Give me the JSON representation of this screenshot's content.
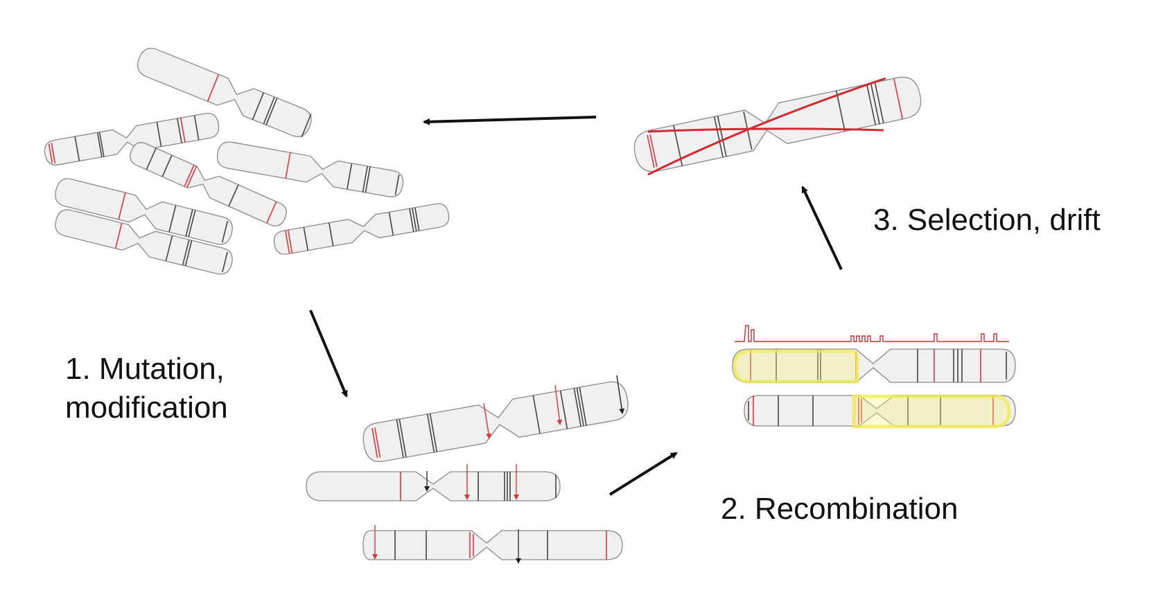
{
  "labels": {
    "mutation_line1": "1. Mutation,",
    "mutation_line2": "modification",
    "recombination": "2. Recombination",
    "selection": "3. Selection, drift"
  },
  "colors": {
    "chromosome_fill": "#f0f0f0",
    "chromosome_outline": "#8a8a8a",
    "band_dark": "#444444",
    "band_red": "#d9363e",
    "selection_line": "#d02a2f",
    "recombination_highlight": "#f4f27a",
    "arrow": "#111111"
  },
  "stages": [
    {
      "name": "population",
      "chromosome_count": 7
    },
    {
      "name": "mutation",
      "chromosome_count": 3
    },
    {
      "name": "recombination",
      "chromosome_count": 2
    },
    {
      "name": "selection",
      "chromosome_count": 1
    }
  ]
}
